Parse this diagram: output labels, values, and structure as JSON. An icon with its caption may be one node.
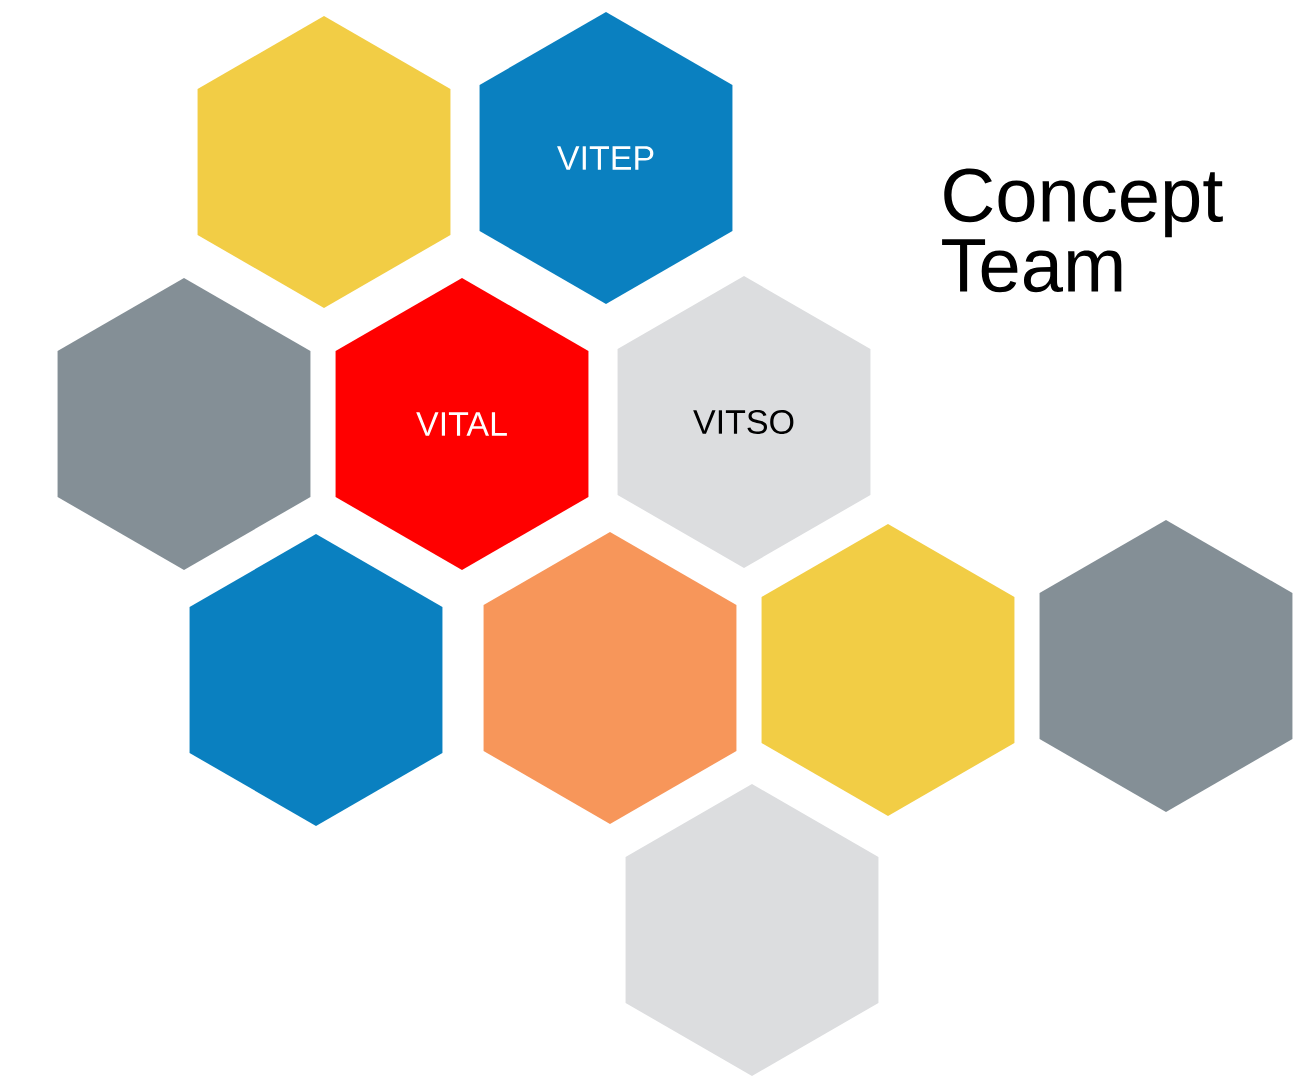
{
  "diagram": {
    "nodes": [
      {
        "text": [],
        "shape": "hexagon"
      },
      {
        "text": [
          "VITEP"
        ]
      },
      {
        "text": [],
        "shape": "hexagon"
      },
      {
        "text": [
          "VITAL"
        ]
      },
      {
        "text": [
          "VITSO"
        ]
      },
      {
        "text": [],
        "shape": "hexagon"
      },
      {
        "text": [],
        "shape": "hexagon"
      },
      {
        "text": [],
        "shape": "hexagon"
      },
      {
        "text": [],
        "shape": "hexagon"
      },
      {
        "text": [],
        "shape": "hexagon"
      }
    ],
    "labels": [
      "Concept Team"
    ]
  }
}
